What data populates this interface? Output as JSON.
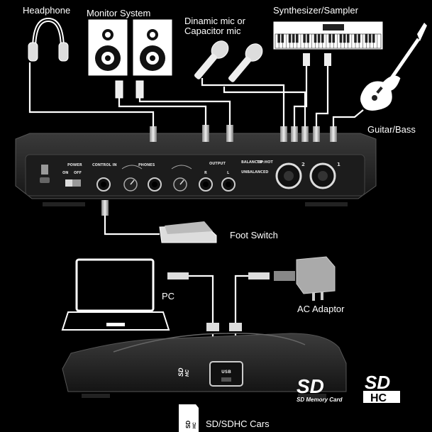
{
  "labels": {
    "headphone": "Headphone",
    "monitor": "Monitor System",
    "mic_line1": "Dinamic mic or",
    "mic_line2": "Capacitor mic",
    "synth": "Synthesizer/Sampler",
    "guitar": "Guitar/Bass",
    "foot_switch": "Foot Switch",
    "pc": "PC",
    "ac_adaptor": "AC Adaptor",
    "sd_card": "SD/SDHC Cars"
  },
  "panel": {
    "power": "POWER",
    "on": "ON",
    "off": "OFF",
    "control_in": "CONTROL IN",
    "phones": "PHONES",
    "output": "OUTPUT",
    "r": "R",
    "l": "L",
    "balanced": "BALANCED",
    "unbalanced": "UNBALANCED",
    "tip_hot": "TIP:HOT",
    "input2": "2",
    "input1": "1",
    "usb": "USB"
  },
  "logos": {
    "sd_text": "SD Memory Card",
    "sd_mark": "SD",
    "sdhc_mark": "SD",
    "sdhc_sub": "HC",
    "card_mark": "SD",
    "card_sub": "HC",
    "device_mark": "SD",
    "device_sub": "HC"
  },
  "colors": {
    "background": "#000000",
    "line": "#ffffff",
    "device": "#2a2a2a"
  }
}
